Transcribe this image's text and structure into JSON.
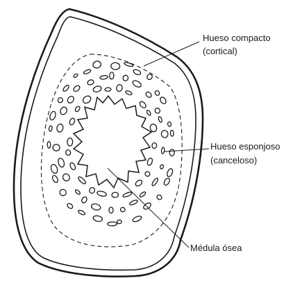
{
  "labels": {
    "compact_line1": "Hueso compacto",
    "compact_line2": "(cortical)",
    "spongy_line1": "Hueso esponjoso",
    "spongy_line2": "(canceloso)",
    "marrow": "Médula ósea"
  },
  "colors": {
    "ink": "#1a1a1a",
    "background": "#ffffff"
  }
}
